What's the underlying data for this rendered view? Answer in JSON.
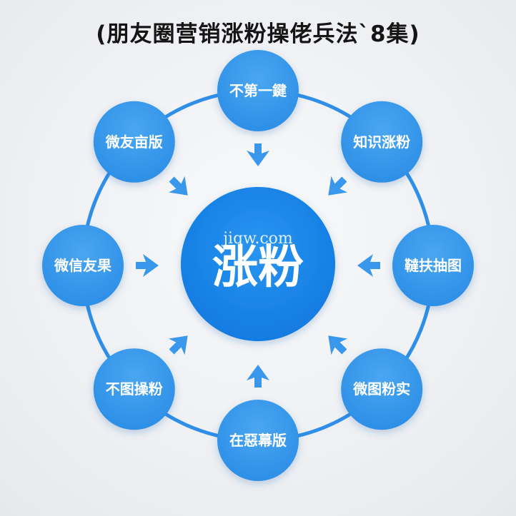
{
  "title": "(朋友圈营销涨粉操佬兵法`8集)",
  "center": {
    "label": "涨粉",
    "watermark": "jiqw.com"
  },
  "nodes": [
    {
      "id": "top",
      "label": "不第一鍵"
    },
    {
      "id": "top-right",
      "label": "知识涨粉"
    },
    {
      "id": "right",
      "label": "韃扶抽图"
    },
    {
      "id": "bottom-right",
      "label": "微图粉实"
    },
    {
      "id": "bottom",
      "label": "在惡幕版"
    },
    {
      "id": "bottom-left",
      "label": "不图操粉"
    },
    {
      "id": "left",
      "label": "微信友果"
    },
    {
      "id": "top-left",
      "label": "微友亩版"
    }
  ],
  "colors": {
    "ring": "#2f8fe8",
    "node": "#3397ea",
    "center": "#1a86ea",
    "arrow": "#3a98ec"
  }
}
